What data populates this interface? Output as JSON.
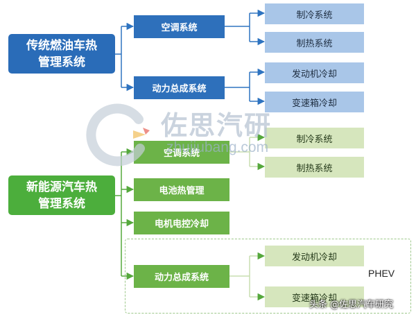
{
  "colors": {
    "traditional_root": "#2a6cb8",
    "traditional_mid": "#2e70bb",
    "traditional_leaf": "#a9c6e8",
    "nev_root": "#4cae3c",
    "nev_mid": "#6cb348",
    "nev_leaf": "#d6e6bd",
    "line_blue": "#2e73c0",
    "line_green": "#55a83c"
  },
  "traditional": {
    "title": "传统燃油车热管理系统",
    "ac": {
      "label": "空调系统",
      "children": [
        "制冷系统",
        "制热系统"
      ]
    },
    "powertrain": {
      "label": "动力总成系统",
      "children": [
        "发动机冷却",
        "变速箱冷却"
      ]
    }
  },
  "nev": {
    "title": "新能源汽车热管理系统",
    "ac": {
      "label": "空调系统",
      "children": [
        "制冷系统",
        "制热系统"
      ]
    },
    "battery": {
      "label": "电池热管理"
    },
    "motor": {
      "label": "电机电控冷却"
    },
    "powertrain": {
      "label": "动力总成系统",
      "children": [
        "发动机冷却",
        "变速箱冷却"
      ]
    },
    "phev_label": "PHEV"
  },
  "watermark": {
    "brand_cn": "佐思汽研",
    "url": "zhujiubang.com",
    "icon": "c-logo-icon"
  },
  "credit": "头条 @佐思汽车研究"
}
